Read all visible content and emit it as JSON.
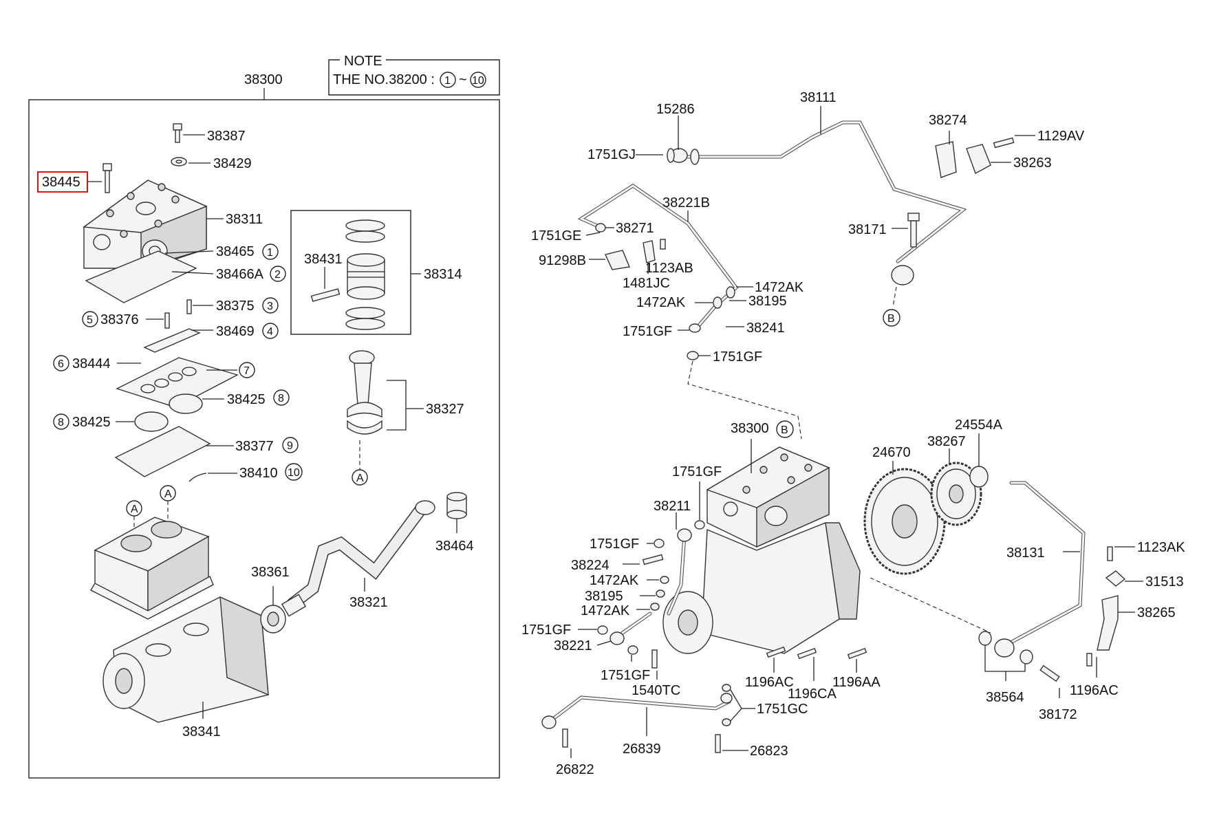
{
  "note": {
    "title": "NOTE",
    "text_prefix": "THE NO.38200 :",
    "range_start": "1",
    "range_sep": "~",
    "range_end": "10"
  },
  "groups": {
    "assembly_box": "38300",
    "piston_box": "38314",
    "con_rod": "38327"
  },
  "highlight_color": "#e01010",
  "left_labels": [
    {
      "id": "38445",
      "text": "38445",
      "circle": ""
    },
    {
      "id": "38387",
      "text": "38387",
      "circle": ""
    },
    {
      "id": "38429",
      "text": "38429",
      "circle": ""
    },
    {
      "id": "38311",
      "text": "38311",
      "circle": ""
    },
    {
      "id": "38465",
      "text": "38465",
      "circle": "1"
    },
    {
      "id": "38466A",
      "text": "38466A",
      "circle": "2"
    },
    {
      "id": "38375",
      "text": "38375",
      "circle": "3"
    },
    {
      "id": "38376",
      "text": "38376",
      "circle": "5"
    },
    {
      "id": "38469",
      "text": "38469",
      "circle": "4"
    },
    {
      "id": "38444",
      "text": "38444",
      "circle": "6"
    },
    {
      "id": "c7",
      "text": "",
      "circle": "7"
    },
    {
      "id": "38425a",
      "text": "38425",
      "circle": "8"
    },
    {
      "id": "38425b",
      "text": "38425",
      "circle": "8"
    },
    {
      "id": "38377",
      "text": "38377",
      "circle": "9"
    },
    {
      "id": "38410",
      "text": "38410",
      "circle": "10"
    },
    {
      "id": "38431",
      "text": "38431",
      "circle": ""
    },
    {
      "id": "38464",
      "text": "38464",
      "circle": ""
    },
    {
      "id": "38361",
      "text": "38361",
      "circle": ""
    },
    {
      "id": "38321",
      "text": "38321",
      "circle": ""
    },
    {
      "id": "38341",
      "text": "38341",
      "circle": ""
    }
  ],
  "ref_letters": {
    "a": "A",
    "b": "B"
  },
  "right_labels": {
    "l15286": "15286",
    "l38111": "38111",
    "l1751GJ": "1751GJ",
    "l38274": "38274",
    "l1129AV": "1129AV",
    "l38263": "38263",
    "l38221B": "38221B",
    "l1751GE": "1751GE",
    "l38271": "38271",
    "l38171": "38171",
    "l91298B": "91298B",
    "l1123AB": "1123AB",
    "l1481JC": "1481JC",
    "l1472AK_a": "1472AK",
    "l1472AK_b": "1472AK",
    "l38195_a": "38195",
    "l1751GF_a": "1751GF",
    "l38241": "38241",
    "l1751GF_b": "1751GF",
    "l38300": "38300",
    "l24554A": "24554A",
    "l24670": "24670",
    "l38267": "38267",
    "l1751GF_c": "1751GF",
    "l38211": "38211",
    "l1751GF_d": "1751GF",
    "l38224": "38224",
    "l1472AK_c": "1472AK",
    "l38195_b": "38195",
    "l1472AK_d": "1472AK",
    "l1751GF_e": "1751GF",
    "l38221": "38221",
    "l1751GF_f": "1751GF",
    "l1540TC": "1540TC",
    "l1196AC_a": "1196AC",
    "l1196CA": "1196CA",
    "l1196AA": "1196AA",
    "l1751GC": "1751GC",
    "l26839": "26839",
    "l26822": "26822",
    "l26823": "26823",
    "l38131": "38131",
    "l1123AK": "1123AK",
    "l31513": "31513",
    "l38265": "38265",
    "l38564": "38564",
    "l38172": "38172",
    "l1196AC_b": "1196AC"
  }
}
